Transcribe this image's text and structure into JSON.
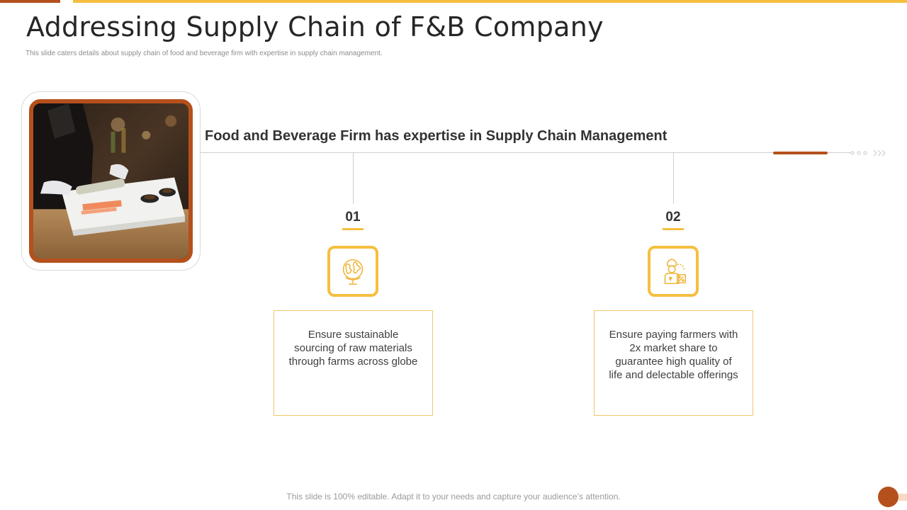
{
  "slide": {
    "title": "Addressing Supply Chain of F&B Company",
    "subtitle": "This slide caters details about supply chain of food and beverage firm with expertise in supply chain management.",
    "heading": "Food and Beverage Firm has expertise in Supply Chain Management",
    "footer": "This slide is 100% editable. Adapt it to your needs and capture your audience’s attention."
  },
  "image": {
    "semantic": "chef-rolling-sushi-photo"
  },
  "steps": [
    {
      "number": "01",
      "icon": "globe-icon",
      "text": "Ensure sustainable sourcing of raw materials through farms across globe"
    },
    {
      "number": "02",
      "icon": "farmer-money-icon",
      "text": "Ensure paying farmers with 2x market share to guarantee high quality of life and delectable offerings"
    }
  ],
  "colors": {
    "accent_dark": "#b5501d",
    "accent_yellow": "#f5bf3f",
    "card_border": "#f0c869"
  }
}
